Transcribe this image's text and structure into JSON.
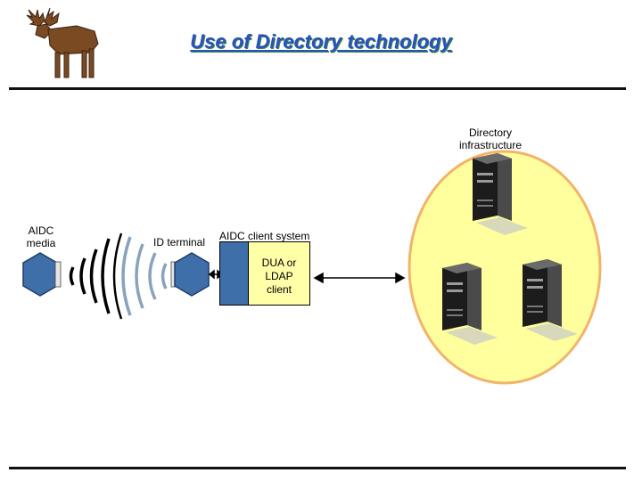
{
  "title": "Use of Directory technology",
  "labels": {
    "aidc_media": "AIDC\nmedia",
    "id_terminal": "ID terminal",
    "aidc_client_system": "AIDC client system",
    "dua_client": "DUA or\nLDAP\nclient",
    "directory_infrastructure": "Directory\ninfrastructure"
  },
  "icons": {
    "logo": "moose-icon",
    "media": "hexagon-tag-icon",
    "terminal": "hexagon-terminal-icon",
    "server": "server-tower-icon",
    "wireless": "radio-wave-icon"
  },
  "colors": {
    "title": "#2b4fc4",
    "ellipse_fill": "#ffff9e",
    "ellipse_stroke": "#f2b36b",
    "device_blue": "#3f6fa8",
    "client_box": "#ffffa8"
  }
}
